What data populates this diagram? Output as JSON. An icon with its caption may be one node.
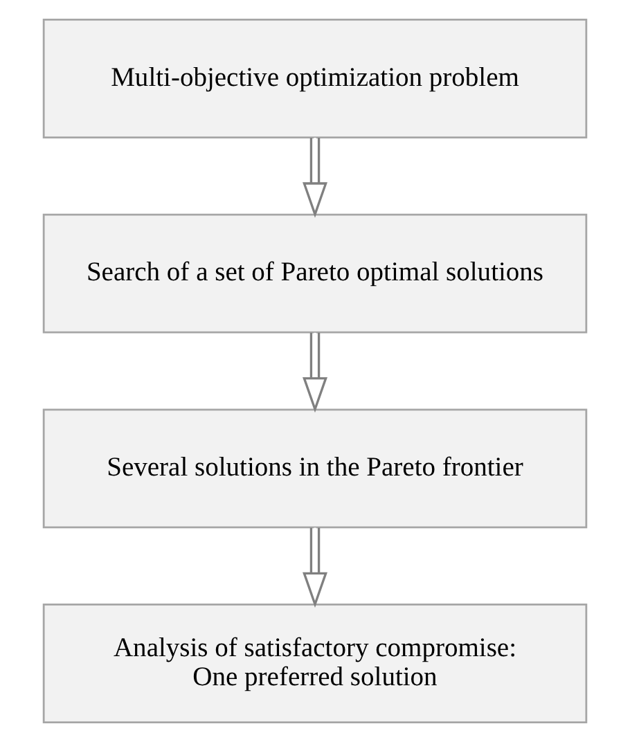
{
  "diagram": {
    "nodes": [
      {
        "text": [
          "Multi-objective optimization problem"
        ]
      },
      {
        "text": [
          "Search of a set of Pareto optimal solutions"
        ]
      },
      {
        "text": [
          "Several solutions in the Pareto frontier"
        ]
      },
      {
        "text": [
          "Analysis of satisfactory compromise:",
          "One preferred solution"
        ]
      }
    ],
    "edges": [
      {
        "from": 0,
        "to": 1,
        "arrow": "to"
      },
      {
        "from": 1,
        "to": 2,
        "arrow": "to"
      },
      {
        "from": 2,
        "to": 3,
        "arrow": "to"
      }
    ]
  }
}
